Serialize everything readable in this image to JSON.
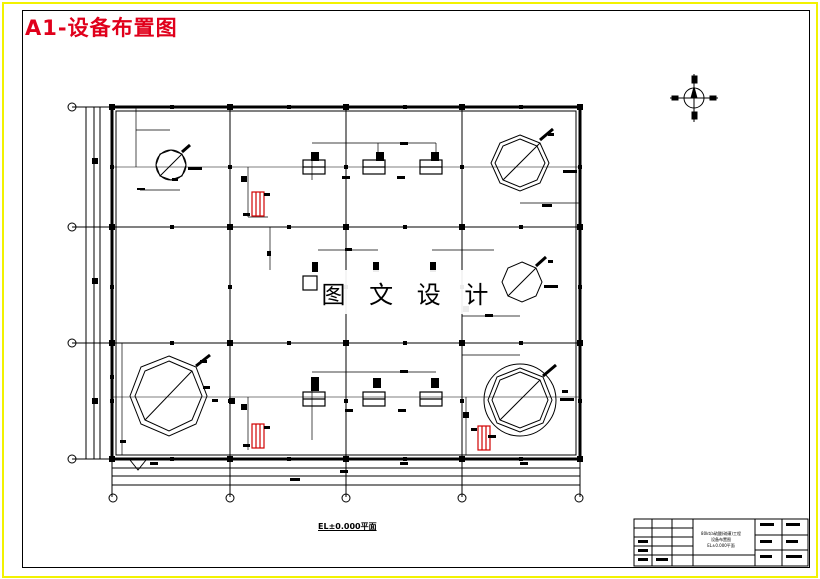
{
  "title": "A1-设备布置图",
  "watermark": "图 文 设 计",
  "plan_caption": "EL±0.000平面",
  "title_block": {
    "line1": "80kt/a硫酸(硫磺)工程",
    "line2": "设备布置图",
    "line3": "EL±0.000平面"
  },
  "icons": [
    "north-arrow-icon"
  ]
}
